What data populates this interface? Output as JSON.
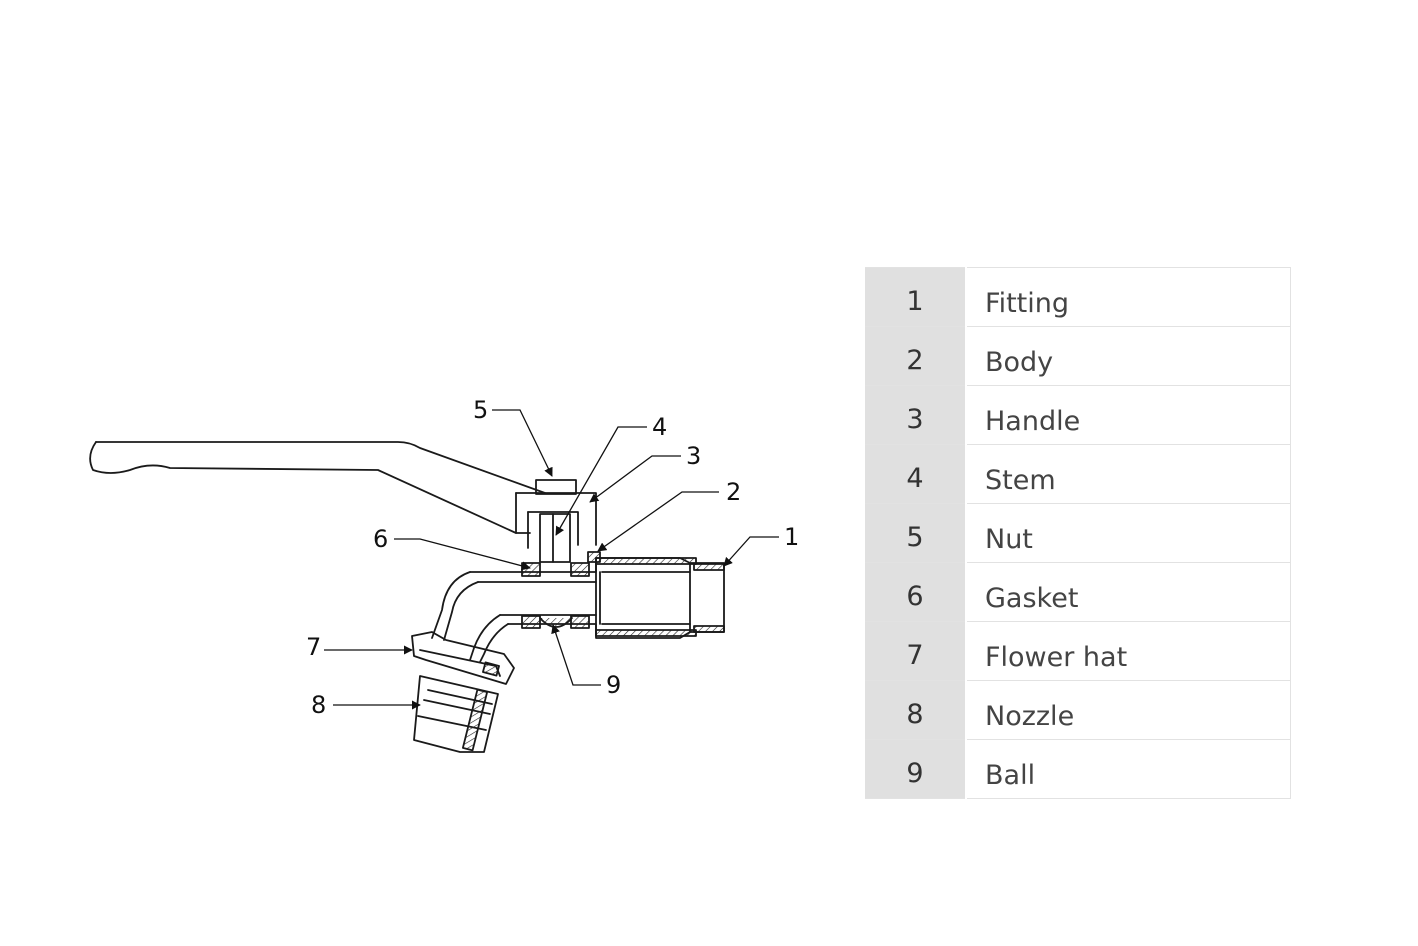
{
  "diagram": {
    "callouts": [
      "1",
      "2",
      "3",
      "4",
      "5",
      "6",
      "7",
      "8",
      "9"
    ]
  },
  "parts": [
    {
      "num": "1",
      "name": "Fitting"
    },
    {
      "num": "2",
      "name": "Body"
    },
    {
      "num": "3",
      "name": "Handle"
    },
    {
      "num": "4",
      "name": "Stem"
    },
    {
      "num": "5",
      "name": "Nut"
    },
    {
      "num": "6",
      "name": "Gasket"
    },
    {
      "num": "7",
      "name": "Flower hat"
    },
    {
      "num": "8",
      "name": "Nozzle"
    },
    {
      "num": "9",
      "name": "Ball"
    }
  ]
}
